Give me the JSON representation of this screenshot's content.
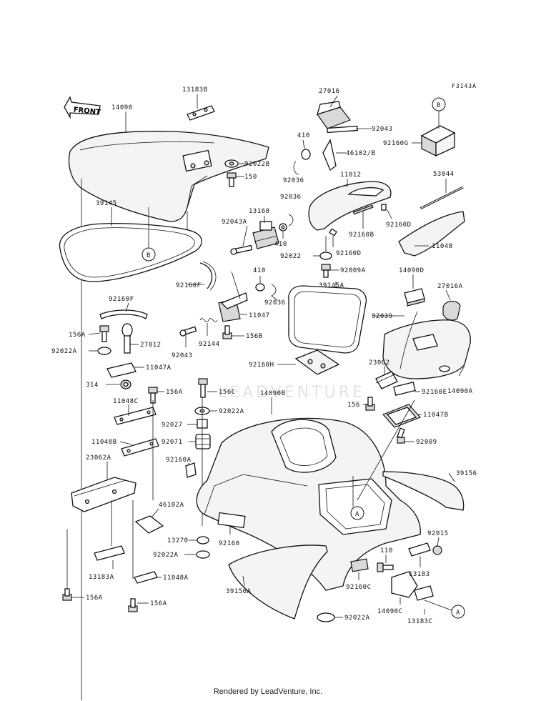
{
  "figure_id": "F3143A",
  "front_arrow_label": "FRONT",
  "watermark": "LEADVENTURE",
  "footer": "Rendered by LeadVenture, Inc.",
  "callouts": {
    "B": "B",
    "A": "A"
  },
  "labels": {
    "p13183B": "13183B",
    "p14090": "14090",
    "p27016": "27016",
    "p92043_top": "92043",
    "p410_top": "410",
    "p46102B": "46102/B",
    "p92160G": "92160G",
    "p92022B": "92022B",
    "p92036_a": "92036",
    "p11012": "11012",
    "p150": "150",
    "p92036_b": "92036",
    "p53044": "53044",
    "p39145": "39145",
    "p13168": "13168",
    "p92160D_a": "92160D",
    "p92043A": "92043A",
    "p92160B": "92160B",
    "p410_mid": "410",
    "p92022": "92022",
    "p92160D_b": "92160D",
    "p11048": "11048",
    "p92009A": "92009A",
    "p410_low": "410",
    "p14090D": "14090D",
    "p92160F_a": "92160F",
    "p27016A": "27016A",
    "p39145A": "39145A",
    "p92036_c": "92036",
    "p92160F_b": "92160F",
    "p11047": "11047",
    "p92039": "92039",
    "p156A_a": "156A",
    "p92144": "92144",
    "p156B": "156B",
    "p27012": "27012",
    "p92022A_a": "92022A",
    "p92043_low": "92043",
    "p11047A": "11047A",
    "p23062": "23062",
    "p92160H": "92160H",
    "p314": "314",
    "p14090A": "14090A",
    "p156A_b": "156A",
    "p156C": "156C",
    "p14090B": "14090B",
    "p156": "156",
    "p92160E": "92160E",
    "p11048C": "11048C",
    "p92022A_b": "92022A",
    "p11047B": "11047B",
    "p92027": "92027",
    "p11048B": "11048B",
    "p92071": "92071",
    "p92009": "92009",
    "p23062A": "23062A",
    "p92160A": "92160A",
    "p39156": "39156",
    "p46102A": "46102A",
    "p13270": "13270",
    "p92160": "92160",
    "p92015": "92015",
    "p92022A_c": "92022A",
    "p110": "110",
    "p13183": "13183",
    "p13183A": "13183A",
    "p11048A": "11048A",
    "p39156A": "39156A",
    "p92160C": "92160C",
    "p14090C": "14090C",
    "p156A_c": "156A",
    "p156A_d": "156A",
    "p13183C": "13183C",
    "p92022A_d": "92022A"
  }
}
